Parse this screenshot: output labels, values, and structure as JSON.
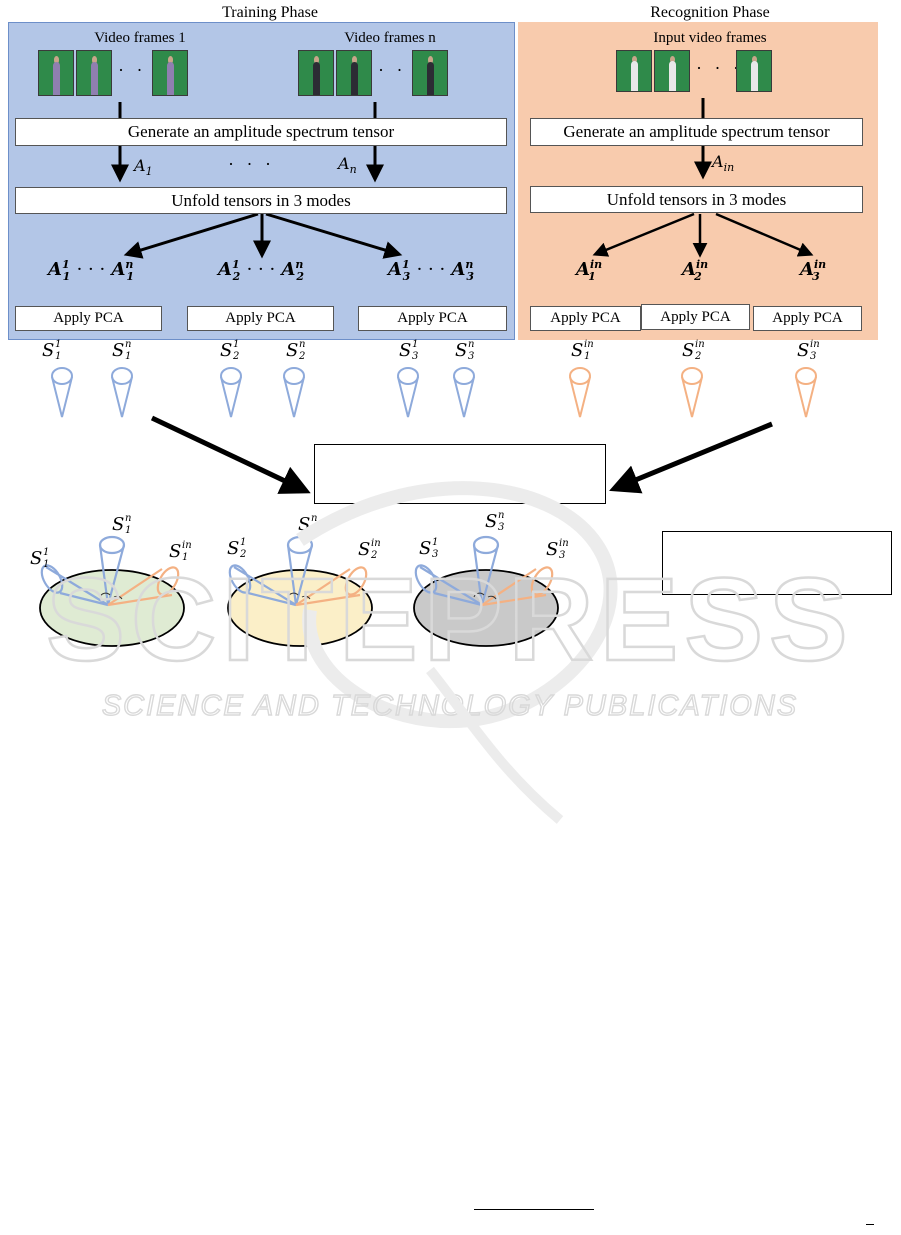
{
  "training": {
    "title": "Training Phase",
    "frames_left_label": "Video frames 1",
    "frames_right_label": "Video frames n",
    "generate_label": "Generate an amplitude spectrum tensor",
    "unfold_label": "Unfold tensors in 3 modes",
    "pca_labels": [
      "Apply PCA",
      "Apply PCA",
      "Apply PCA"
    ],
    "arrow_label_left": "A",
    "arrow_label_left_sub": "1",
    "arrow_label_right": "A",
    "arrow_label_right_sub": "n",
    "dots": "· · ·",
    "modes": [
      {
        "base": "A",
        "first_sup": "1",
        "first_sub": "1",
        "last_sup": "n",
        "last_sub": "1"
      },
      {
        "base": "A",
        "first_sup": "1",
        "first_sub": "2",
        "last_sup": "n",
        "last_sub": "2"
      },
      {
        "base": "A",
        "first_sup": "1",
        "first_sub": "3",
        "last_sup": "n",
        "last_sub": "3"
      }
    ],
    "color": "#b3c6e7"
  },
  "recognition": {
    "title": "Recognition Phase",
    "frames_label": "Input video frames",
    "generate_label": "Generate an amplitude spectrum tensor",
    "unfold_label": "Unfold tensors in 3 modes",
    "pca_labels": [
      "Apply PCA",
      "Apply PCA",
      "Apply PCA"
    ],
    "arrow_label": "A",
    "arrow_label_sub": "in",
    "modes": [
      {
        "base": "A",
        "sup": "in",
        "sub": "1"
      },
      {
        "base": "A",
        "sup": "in",
        "sub": "2"
      },
      {
        "base": "A",
        "sup": "in",
        "sub": "3"
      }
    ],
    "color": "#f8cbad"
  },
  "subspaces": {
    "symbol": "S",
    "training": [
      {
        "sup": "1",
        "sub": "1"
      },
      {
        "sup": "n",
        "sub": "1"
      },
      {
        "sup": "1",
        "sub": "2"
      },
      {
        "sup": "n",
        "sub": "2"
      },
      {
        "sup": "1",
        "sub": "3"
      },
      {
        "sup": "n",
        "sub": "3"
      }
    ],
    "recognition": [
      {
        "sup": "in",
        "sub": "1"
      },
      {
        "sup": "in",
        "sub": "2"
      },
      {
        "sup": "in",
        "sub": "3"
      }
    ],
    "training_color": "#8eaadb",
    "recognition_color": "#f4b183"
  },
  "product_manifolds": [
    {
      "fill": "#dfebd3",
      "labels": [
        {
          "sup": "1",
          "sub": "1"
        },
        {
          "sup": "n",
          "sub": "1"
        },
        {
          "sup": "in",
          "sub": "1"
        }
      ]
    },
    {
      "fill": "#fbefc8",
      "labels": [
        {
          "sup": "1",
          "sub": "2"
        },
        {
          "sup": "n",
          "sub": "2"
        },
        {
          "sup": "in",
          "sub": "2"
        }
      ]
    },
    {
      "fill": "#c9c9c9",
      "labels": [
        {
          "sup": "1",
          "sub": "3"
        },
        {
          "sup": "n",
          "sub": "3"
        },
        {
          "sup": "in",
          "sub": "3"
        }
      ]
    }
  ],
  "watermark": {
    "line1": "SCITEPRESS",
    "line2": "SCIENCE AND TECHNOLOGY PUBLICATIONS"
  }
}
